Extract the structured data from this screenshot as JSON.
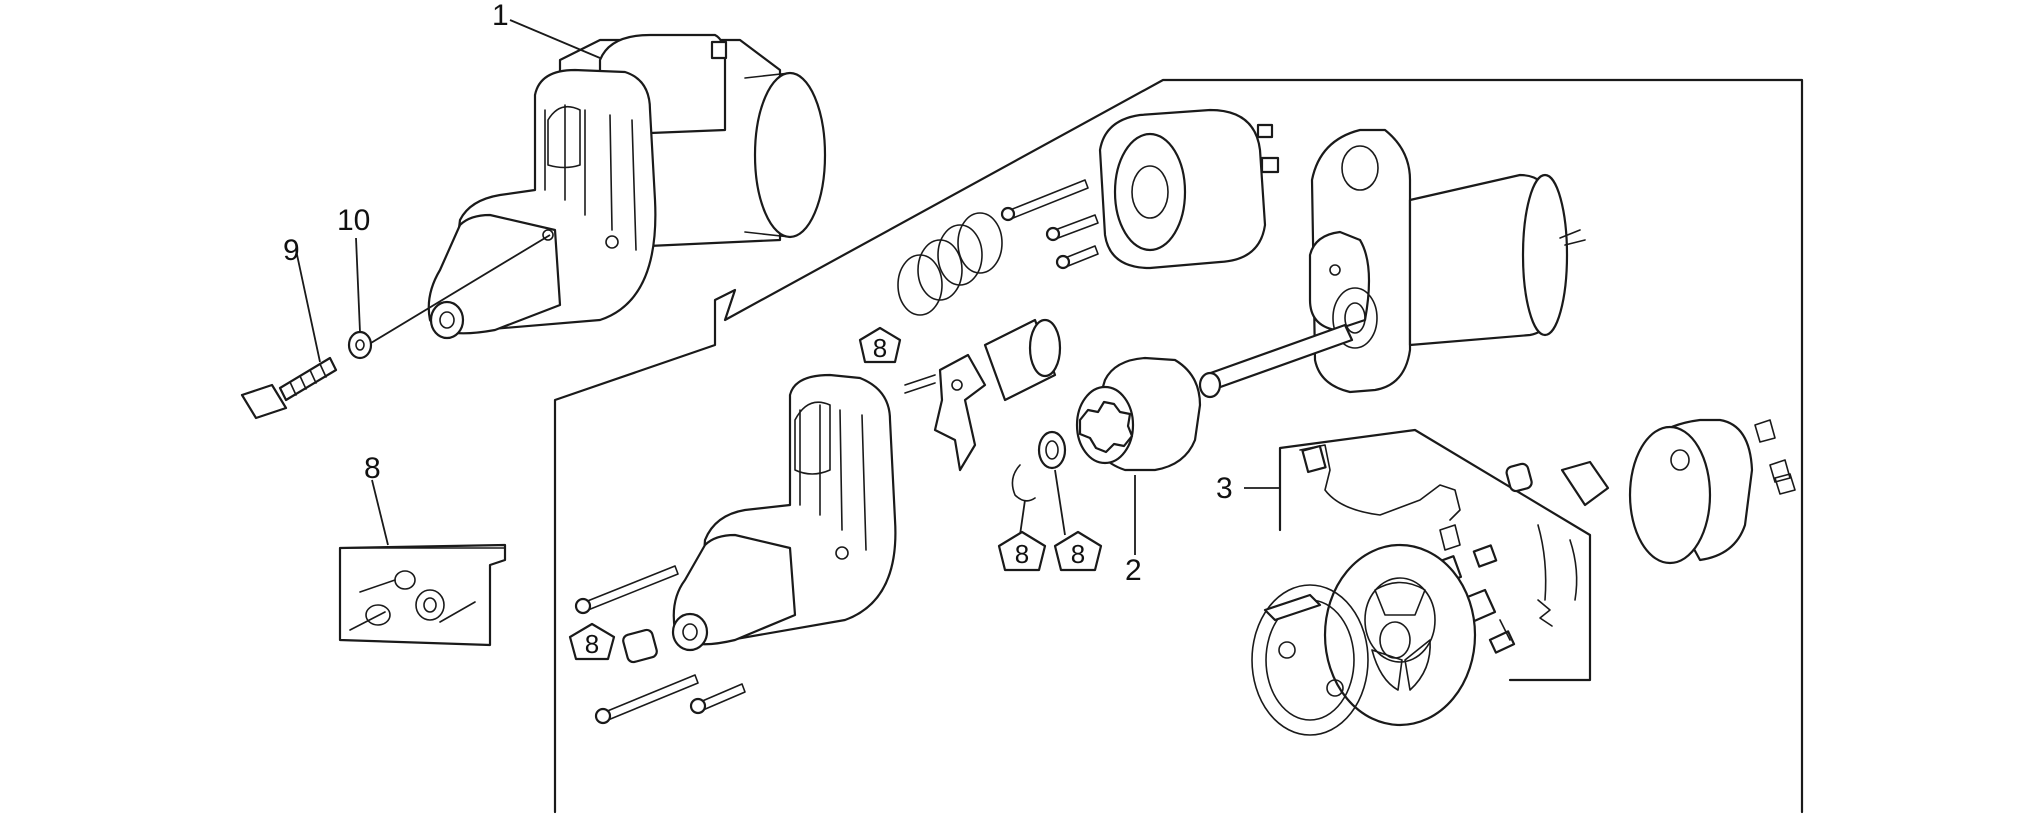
{
  "callouts": {
    "starter_assembly": "1",
    "drive_pinion": "2",
    "brush_holder_kit": "3",
    "repair_kit": "8",
    "bolt": "9",
    "washer": "10"
  },
  "kit_tags": [
    "8",
    "8",
    "8",
    "8"
  ],
  "line_color": "#1a1a1a",
  "background": "#ffffff"
}
